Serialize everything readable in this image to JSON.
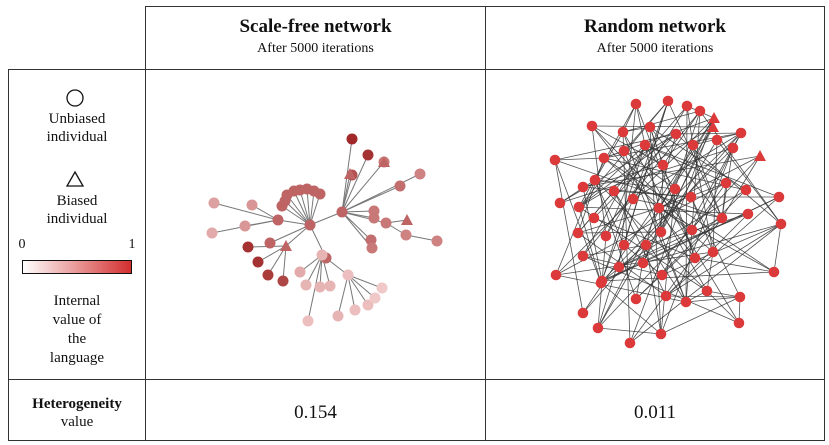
{
  "header": {
    "scale_free_title": "Scale-free network",
    "scale_free_subtitle": "After 5000 iterations",
    "random_title": "Random network",
    "random_subtitle": "After 5000 iterations"
  },
  "legend": {
    "unbiased_line1": "Unbiased",
    "unbiased_line2": "individual",
    "biased_line1": "Biased",
    "biased_line2": "individual",
    "scale_min": "0",
    "scale_max": "1",
    "scale_label_line1": "Internal",
    "scale_label_line2": "value of",
    "scale_label_line3": "the",
    "scale_label_line4": "language",
    "colors": {
      "low": "#fbeaea",
      "high": "#d32f2f"
    }
  },
  "footer": {
    "row_label_line1": "Heterogeneity",
    "row_label_line2": "value",
    "scale_free_value": "0.154",
    "random_value": "0.011"
  }
}
